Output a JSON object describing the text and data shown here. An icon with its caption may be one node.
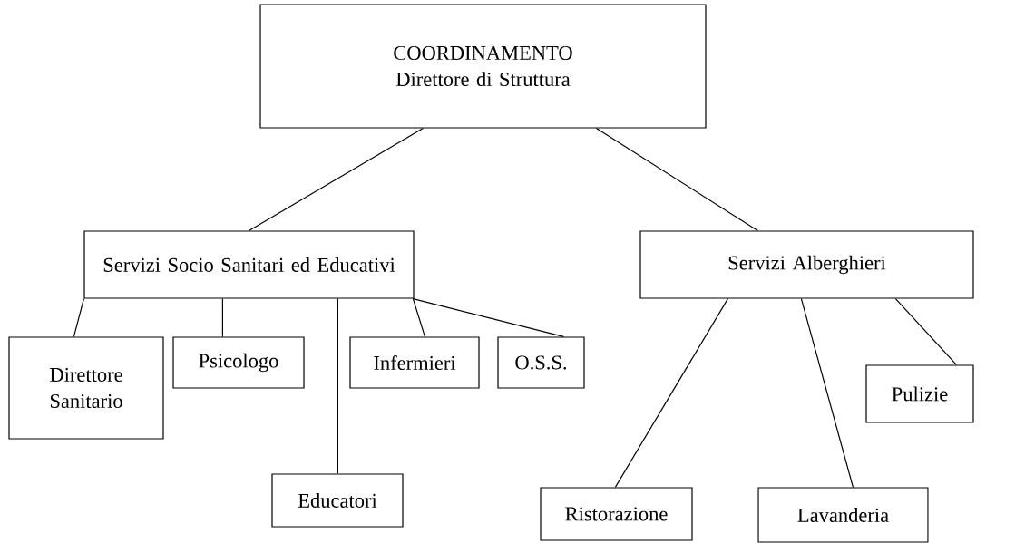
{
  "diagram": {
    "nodes": [
      {
        "text": [
          "COORDINAMENTO",
          "Direttore di Struttura"
        ]
      },
      {
        "text": [
          "Servizi Socio Sanitari ed Educativi"
        ]
      },
      {
        "text": [
          "Servizi Alberghieri"
        ]
      },
      {
        "text": [
          "Direttore Sanitario"
        ]
      },
      {
        "text": [
          "Psicologo"
        ]
      },
      {
        "text": [
          "Infermieri"
        ]
      },
      {
        "text": [
          "O.S.S."
        ]
      },
      {
        "text": [
          "Pulizie"
        ]
      },
      {
        "text": [
          "Educatori"
        ]
      },
      {
        "text": [
          "Ristorazione"
        ]
      },
      {
        "text": [
          "Lavanderia"
        ]
      }
    ],
    "edges": [
      {
        "from": 0,
        "to": 1,
        "arrow": "none"
      },
      {
        "from": 0,
        "to": 2,
        "arrow": "none"
      },
      {
        "from": 1,
        "to": 3,
        "arrow": "none"
      },
      {
        "from": 1,
        "to": 4,
        "arrow": "none"
      },
      {
        "from": 1,
        "to": 8,
        "arrow": "none"
      },
      {
        "from": 1,
        "to": 5,
        "arrow": "none"
      },
      {
        "from": 1,
        "to": 6,
        "arrow": "none"
      },
      {
        "from": 2,
        "to": 9,
        "arrow": "none"
      },
      {
        "from": 2,
        "to": 10,
        "arrow": "none"
      },
      {
        "from": 2,
        "to": 7,
        "arrow": "none"
      }
    ]
  }
}
